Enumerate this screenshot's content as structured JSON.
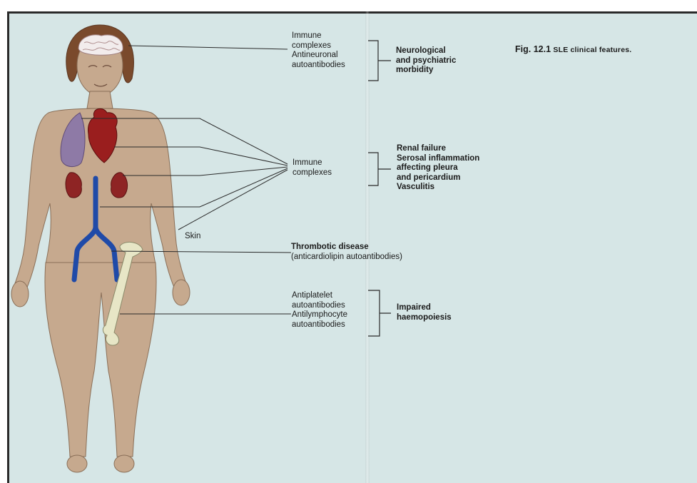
{
  "caption": {
    "number": "Fig. 12.1",
    "title": "SLE clinical features."
  },
  "labels": {
    "neuro_causes": "Immune\ncomplexes\nAntineuronal\nautoantibodies",
    "neuro_effect": "Neurological\nand psychiatric\nmorbidity",
    "organ_causes": "Immune\ncomplexes",
    "organ_effects": "Renal failure\nSerosal inflammation\naffecting pleura\nand pericardium\nVasculitis",
    "skin": "Skin",
    "thrombotic_title": "Thrombotic disease",
    "thrombotic_cause": "(anticardiolipin autoantibodies)",
    "haemo_causes": "Antiplatelet\nautoantibodies\nAntilymphocyte\nautoantibodies",
    "haemo_effect": "Impaired\nhaemopoiesis"
  },
  "colors": {
    "background": "#d6e6e6",
    "skin": "#c6a98e",
    "heart": "#9a1e1e",
    "lung": "#8e7aa6",
    "vein": "#1f4aa8",
    "bone": "#e7e6c6"
  }
}
